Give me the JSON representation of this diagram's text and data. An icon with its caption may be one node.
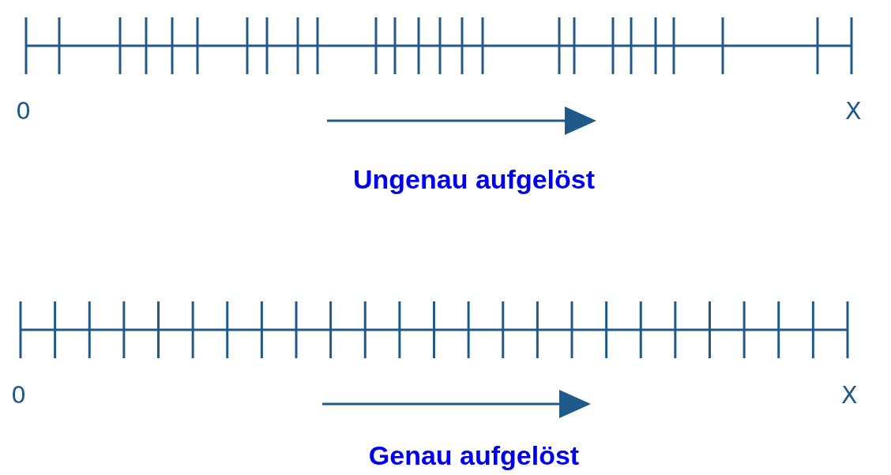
{
  "diagram": {
    "labels": [
      "0",
      "X",
      "Ungenau aufgelöst",
      "0",
      "X",
      "Genau aufgelöst"
    ]
  }
}
